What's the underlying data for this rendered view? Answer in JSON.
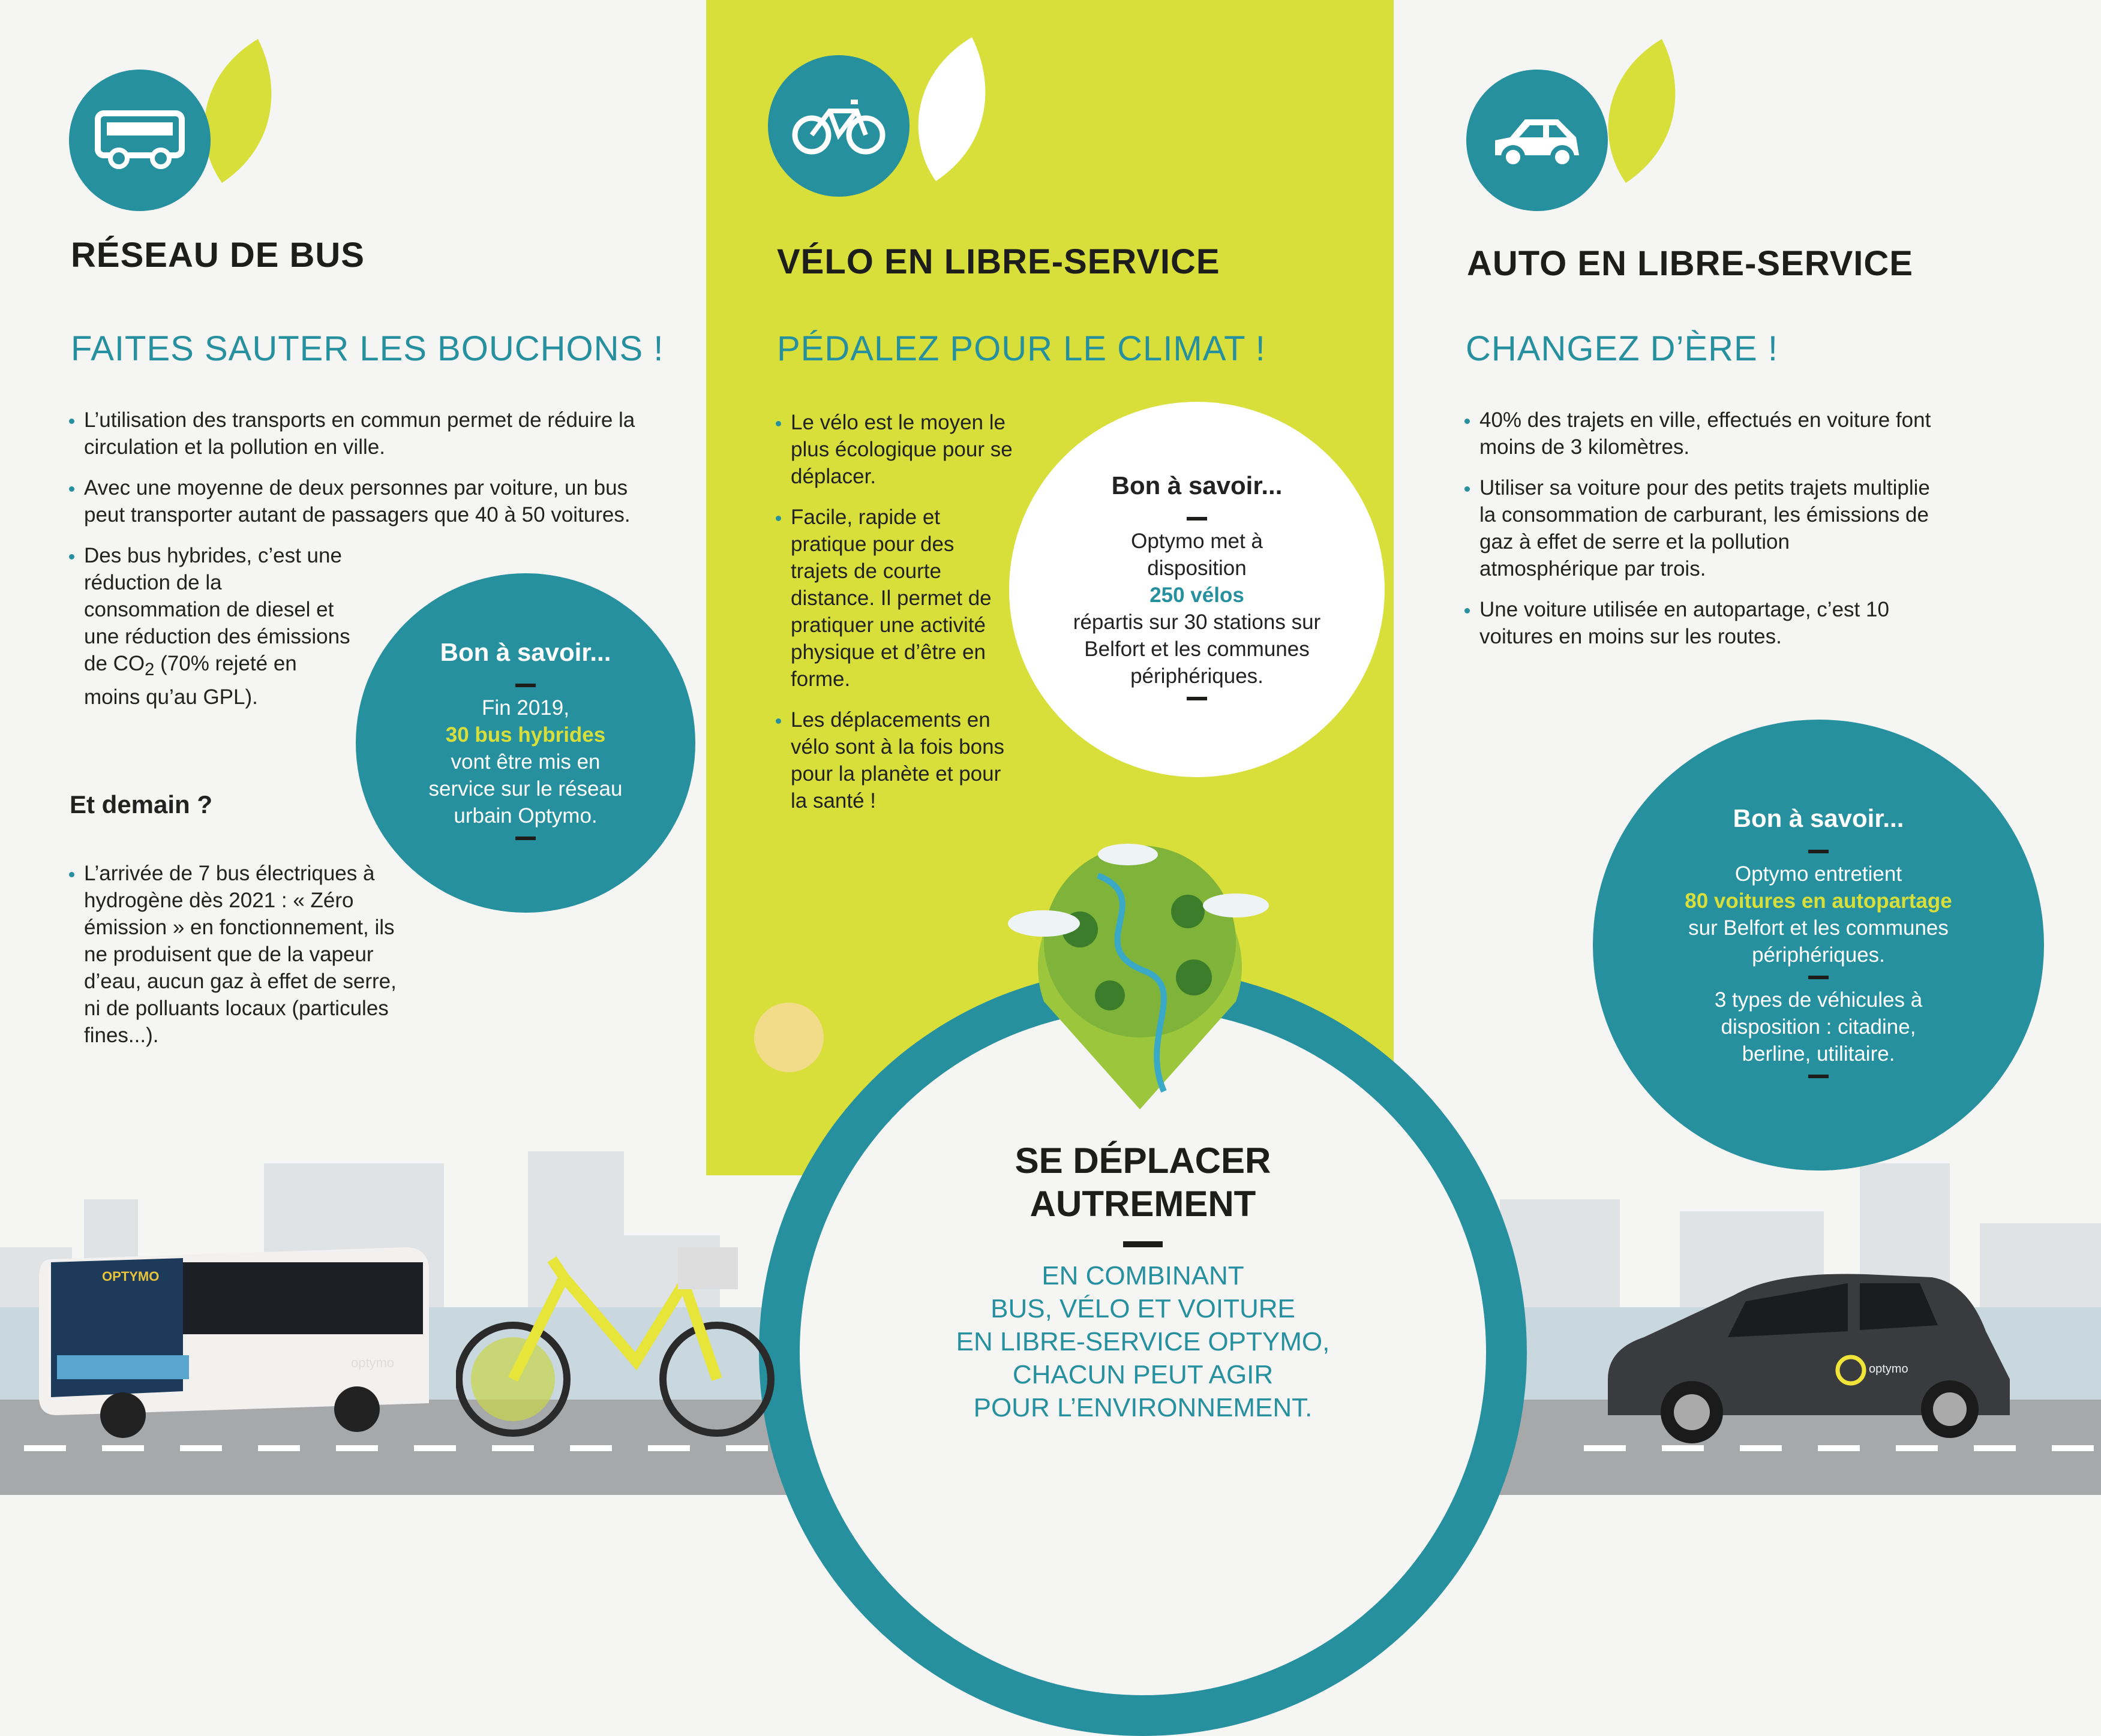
{
  "colors": {
    "teal": "#27909f",
    "yellow": "#d8df3a",
    "dark": "#1d1d1b",
    "road": "#a7a8aa"
  },
  "bus": {
    "icon": "bus-icon",
    "title": "RÉSEAU DE BUS",
    "subtitle": "FAITES SAUTER LES BOUCHONS !",
    "bullets": [
      "L’utilisation des transports en commun permet de réduire la circulation et la pollution en ville.",
      "Avec une moyenne de deux personnes par voiture, un bus peut transporter autant de passagers que 40 à 50 voitures.",
      "Des bus hybrides, c’est une réduction de la consommation de diesel et une réduction des émissions de CO",
      "(70% rejeté en moins qu’au GPL)."
    ],
    "co2_sub": "2",
    "tomorrow_heading": "Et demain ?",
    "tomorrow_bullet": "L’arrivée de 7 bus électriques à hydrogène dès 2021 : « Zéro émission » en fonctionnement, ils ne produisent que de la vapeur d’eau, aucun gaz à effet de serre, ni de polluants locaux (particules fines...).",
    "bubble": {
      "heading": "Bon à savoir...",
      "pre": "Fin 2019,",
      "highlight": "30 bus hybrides",
      "post": "vont être mis en service sur le réseau urbain Optymo."
    }
  },
  "bike": {
    "icon": "bicycle-icon",
    "title": "VÉLO EN LIBRE-SERVICE",
    "subtitle": "PÉDALEZ POUR LE CLIMAT !",
    "bullets": [
      "Le vélo est le moyen le plus écologique pour se déplacer.",
      "Facile, rapide et pratique pour des trajets de courte distance. Il permet de pratiquer une activité physique et d’être en forme.",
      "Les déplacements en vélo sont à la fois bons pour la planète et pour la santé !"
    ],
    "bubble": {
      "heading": "Bon à savoir...",
      "pre": "Optymo met à disposition",
      "highlight": "250 vélos",
      "post": "répartis sur 30 stations sur Belfort et les communes périphériques."
    }
  },
  "car": {
    "icon": "car-icon",
    "title": "AUTO EN LIBRE-SERVICE",
    "subtitle": "CHANGEZ D’ÈRE !",
    "bullets": [
      "40% des trajets en ville, effectués en voiture font moins de 3 kilomètres.",
      "Utiliser sa voiture pour des petits trajets multiplie la consommation de carburant, les émissions de gaz à effet de serre et la pollution atmosphérique par trois.",
      "Une voiture utilisée en autopartage, c’est 10 voitures en moins sur les routes."
    ],
    "bubble": {
      "heading": "Bon à savoir...",
      "pre": "Optymo entretient",
      "highlight": "80 voitures en autopartage",
      "post": "sur Belfort et les communes périphériques.",
      "extra": "3 types de véhicules à disposition : citadine, berline, utilitaire."
    }
  },
  "center": {
    "title_line1": "SE DÉPLACER",
    "title_line2": "AUTREMENT",
    "lines": [
      "EN COMBINANT",
      "BUS, VÉLO ET VOITURE",
      "EN LIBRE-SERVICE OPTYMO,",
      "CHACUN PEUT AGIR",
      "POUR L’ENVIRONNEMENT."
    ]
  },
  "vehicles": {
    "bus_brand": "OPTYMO",
    "bus_side": "optymo",
    "car_brand": "optymo"
  }
}
